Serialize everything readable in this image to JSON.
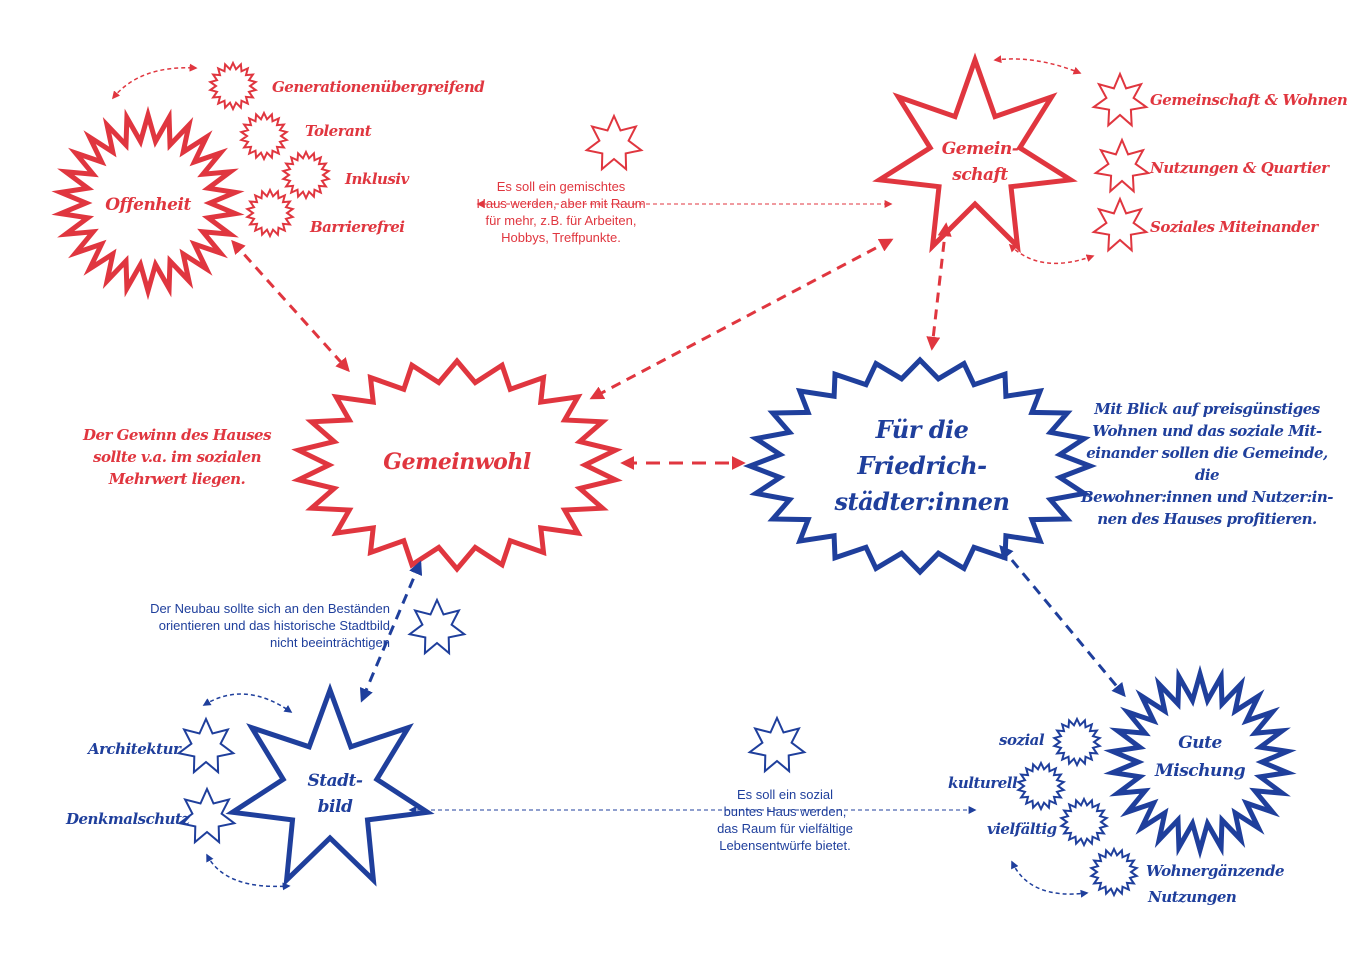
{
  "colors": {
    "red": "#e0363f",
    "blue": "#1f3f9c"
  },
  "nodes": {
    "gemeinwohl": "Gemeinwohl",
    "friedrich": [
      "Für die",
      "Friedrich-",
      "städter:innen"
    ],
    "offenheit": "Offenheit",
    "gemeinschaft": [
      "Gemein-",
      "schaft"
    ],
    "stadtbild": [
      "Stadt-",
      "bild"
    ],
    "mischung": [
      "Gute",
      "Mischung"
    ]
  },
  "offenheit_items": [
    "Generationenübergreifend",
    "Tolerant",
    "Inklusiv",
    "Barrierefrei"
  ],
  "gemeinschaft_items": [
    "Gemeinschaft & Wohnen",
    "Nutzungen & Quartier",
    "Soziales Miteinander"
  ],
  "stadtbild_items": [
    "Architektur",
    "Denkmalschutz"
  ],
  "mischung_items": [
    "sozial",
    "kulturell",
    "vielfältig",
    "Wohnergänzende",
    "Nutzungen"
  ],
  "notes": {
    "top_link": [
      "Es soll ein gemischtes",
      "Haus werden, aber mit Raum",
      "für mehr, z.B. für Arbeiten,",
      "Hobbys, Treffpunkte."
    ],
    "gewinn": [
      "Der Gewinn des Hauses",
      "sollte v.a. im sozialen",
      "Mehrwert liegen."
    ],
    "preis": [
      "Mit Blick auf preisgünstiges",
      "Wohnen und das soziale Mit-",
      "einander sollen die Gemeinde, die",
      "Bewohner:innen und Nutzer:in-",
      "nen des Hauses profitieren."
    ],
    "neubau": [
      "Der Neubau sollte sich an den Beständen",
      "orientieren und das historische Stadtbild",
      "nicht beeinträchtigen"
    ],
    "bottom_link": [
      "Es soll ein sozial",
      "buntes Haus werden,",
      "das Raum für vielfältige",
      "Lebensentwürfe bietet."
    ]
  }
}
